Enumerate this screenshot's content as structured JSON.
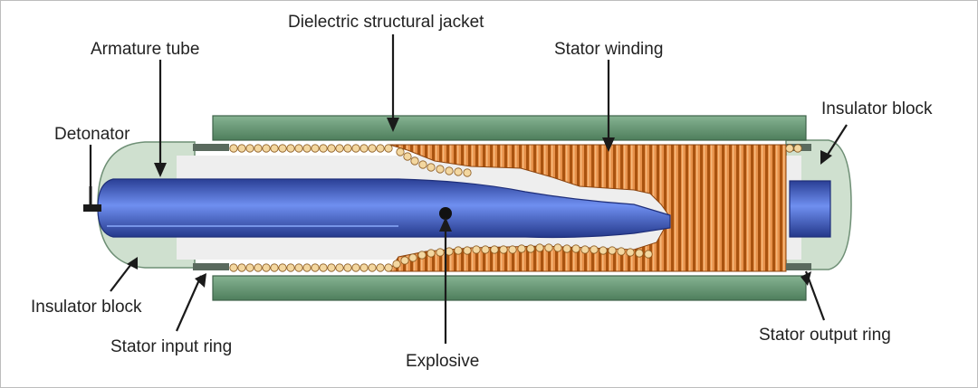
{
  "labels": {
    "dielectric_jacket": "Dielectric structural jacket",
    "armature_tube": "Armature tube",
    "stator_winding": "Stator winding",
    "insulator_block_right": "Insulator block",
    "detonator": "Detonator",
    "insulator_block_left": "Insulator block",
    "stator_input_ring": "Stator input ring",
    "explosive": "Explosive",
    "stator_output_ring": "Stator output ring"
  },
  "colors": {
    "jacket": "#6b9a78",
    "insulator": "#cfe0cf",
    "armature": "#4a67c8",
    "winding": "#e08a3a",
    "winding_dark": "#b35a14",
    "bead": "#f3d7a0",
    "ring": "#5a6a5e",
    "gap": "#eeeeee"
  }
}
